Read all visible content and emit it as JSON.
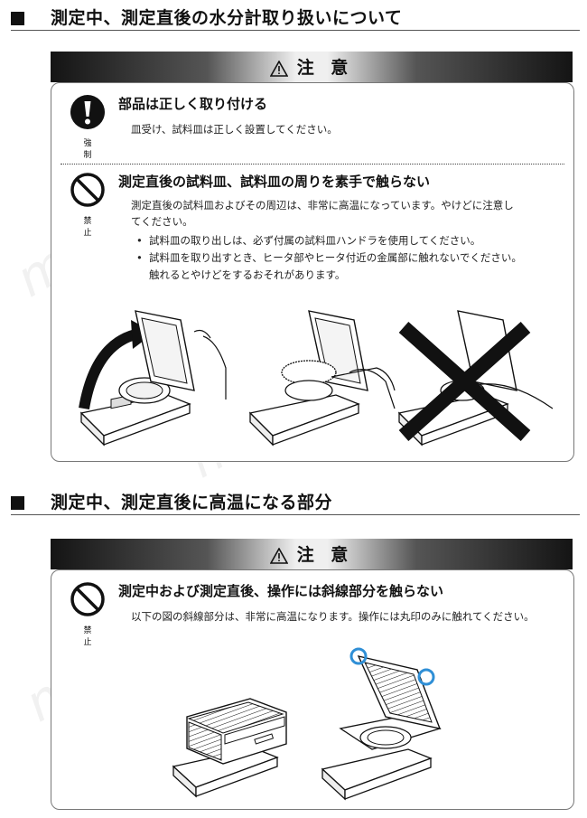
{
  "section1": {
    "title": "測定中、測定直後の水分計取り扱いについて"
  },
  "banner1": {
    "label": "注 意"
  },
  "item1": {
    "icon_label": "強 制",
    "heading": "部品は正しく取り付ける",
    "body": "皿受け、試料皿は正しく設置してください。"
  },
  "item2": {
    "icon_label": "禁 止",
    "heading": "測定直後の試料皿、試料皿の周りを素手で触らない",
    "body_line1": "測定直後の試料皿およびその周辺は、非常に高温になっています。やけどに注意し",
    "body_line2": "てください。",
    "bullets": [
      {
        "line1": "試料皿の取り出しは、必ず付属の試料皿ハンドラを使用してください。",
        "line2": ""
      },
      {
        "line1": "試料皿を取り出すとき、ヒータ部やヒータ付近の金属部に触れないでください。",
        "line2": "触れるとやけどをするおそれがあります。"
      }
    ]
  },
  "section2": {
    "title": "測定中、測定直後に高温になる部分"
  },
  "banner2": {
    "label": "注 意"
  },
  "item3": {
    "icon_label": "禁 止",
    "heading": "測定中および測定直後、操作には斜線部分を触らない",
    "body": "以下の図の斜線部分は、非常に高温になります。操作には丸印のみに触れてください。"
  },
  "watermark": {
    "text": "misumi"
  },
  "icons": [
    "warning-triangle-icon",
    "mandatory-exclamation-icon",
    "prohibition-icon"
  ],
  "colors": {
    "banner_dark": "#141414",
    "banner_light": "#efefef",
    "highlight_ring": "#2f8fd6"
  }
}
